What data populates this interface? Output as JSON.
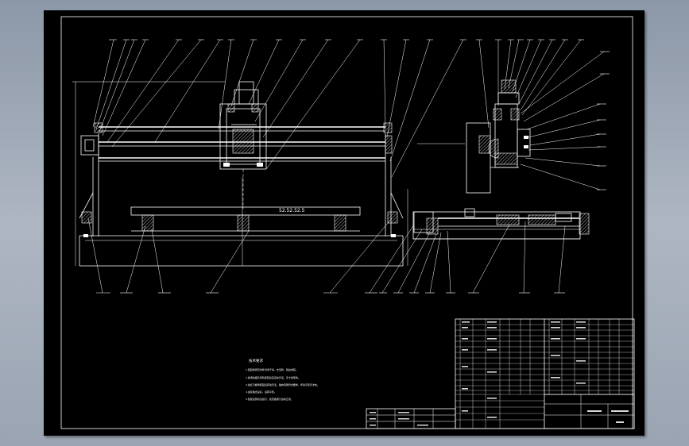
{
  "drawing": {
    "sheet_background": "#000000",
    "line_color": "#ffffff",
    "viewer_background": "#9fa8b6",
    "dimension_label": "52.52.52.5"
  },
  "technical_requirements": {
    "title": "技术要求",
    "lines": [
      "1.装配前所有零件清洗干净，去毛刺、锐边倒钝。",
      "2.各滑动面及导轨装配后应运动灵活，无卡滞现象。",
      "3.丝杠与螺母装配后转动灵活，轴向间隙符合要求，传动平稳无冲击。",
      "4.齿轮啮合良好，运转平稳。",
      "5.装配后整机试运行，检查各部分运动正常。"
    ]
  }
}
